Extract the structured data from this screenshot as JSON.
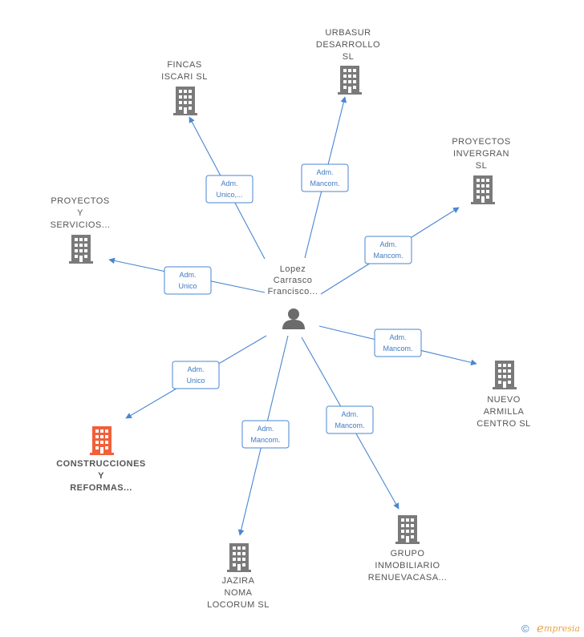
{
  "center": {
    "label_lines": [
      "Lopez",
      "Carrasco",
      "Francisco..."
    ],
    "icon": "person-icon"
  },
  "companies": [
    {
      "id": "fincas",
      "label_lines": [
        "FINCAS",
        "ISCARI  SL"
      ],
      "icon": "building-icon",
      "highlight": false,
      "relation_lines": [
        "Adm.",
        "Unico,..."
      ]
    },
    {
      "id": "urbasur",
      "label_lines": [
        "URBASUR",
        "DESARROLLO",
        "SL"
      ],
      "icon": "building-icon",
      "highlight": false,
      "relation_lines": [
        "Adm.",
        "Mancom."
      ]
    },
    {
      "id": "invergran",
      "label_lines": [
        "PROYECTOS",
        "INVERGRAN",
        "SL"
      ],
      "icon": "building-icon",
      "highlight": false,
      "relation_lines": [
        "Adm.",
        "Mancom."
      ]
    },
    {
      "id": "proyectos_servicios",
      "label_lines": [
        "PROYECTOS",
        "Y",
        "SERVICIOS..."
      ],
      "icon": "building-icon",
      "highlight": false,
      "relation_lines": [
        "Adm.",
        "Unico"
      ]
    },
    {
      "id": "nuevo_armilla",
      "label_lines": [
        "NUEVO",
        "ARMILLA",
        "CENTRO  SL"
      ],
      "icon": "building-icon",
      "highlight": false,
      "relation_lines": [
        "Adm.",
        "Mancom."
      ]
    },
    {
      "id": "construcciones",
      "label_lines": [
        "CONSTRUCCIONES",
        "Y",
        "REFORMAS..."
      ],
      "icon": "building-icon",
      "highlight": true,
      "relation_lines": [
        "Adm.",
        "Unico"
      ]
    },
    {
      "id": "jazira",
      "label_lines": [
        "JAZIRA",
        "NOMA",
        "LOCORUM  SL"
      ],
      "icon": "building-icon",
      "highlight": false,
      "relation_lines": [
        "Adm.",
        "Mancom."
      ]
    },
    {
      "id": "renuevacasa",
      "label_lines": [
        "GRUPO",
        "INMOBILIARIO",
        "RENUEVACASA..."
      ],
      "icon": "building-icon",
      "highlight": false,
      "relation_lines": [
        "Adm.",
        "Mancom."
      ]
    }
  ],
  "colors": {
    "edge": "#4a86d0",
    "building": "#7a7a7a",
    "building_highlight": "#f0603a",
    "person": "#6b6b6b",
    "label": "#555555"
  },
  "watermark": {
    "symbol": "©",
    "brand_initial": "e",
    "brand_rest": "mpresia",
    "icon": "copyright-icon"
  }
}
